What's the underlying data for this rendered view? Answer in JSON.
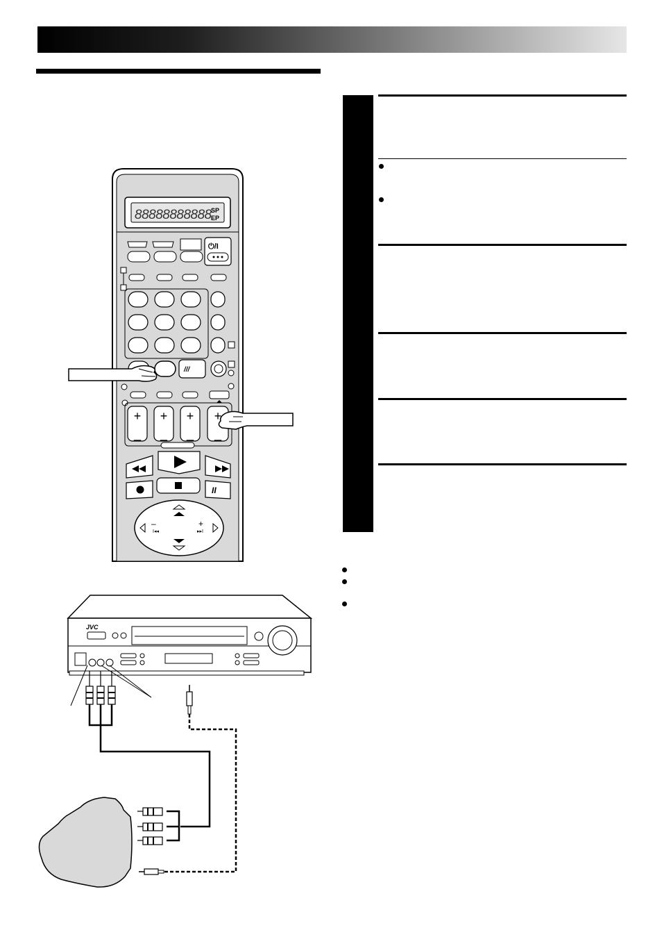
{
  "remote": {
    "display_text": "88888888888",
    "display_mode_top": "SP",
    "display_mode_bottom": "EP",
    "power_symbol": "⏻/I"
  },
  "vcr": {
    "brand": "JVC"
  },
  "colors": {
    "header_gradient_start": "#000000",
    "header_gradient_end": "#e6e6e6",
    "remote_body": "#d9d9d9",
    "camcorder_body": "#d9d9d9"
  }
}
